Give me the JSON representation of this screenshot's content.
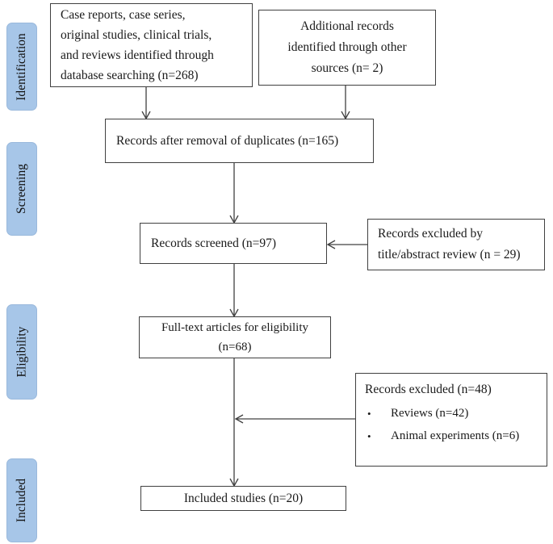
{
  "stages": [
    {
      "label": "Identification"
    },
    {
      "label": "Screening"
    },
    {
      "label": "Eligibility"
    },
    {
      "label": "Included"
    }
  ],
  "boxes": {
    "database": "Case reports, case series,\noriginal studies, clinical trials,\nand reviews identified through\ndatabase searching (n=268)",
    "other_sources": "Additional records\nidentified through other\nsources (n= 2)",
    "duplicates": "Records after removal of duplicates (n=165)",
    "screened": "Records screened (n=97)",
    "title_abstract_excluded": "Records excluded by\ntitle/abstract review (n = 29)",
    "fulltext": "Full-text articles for eligibility\n(n=68)",
    "excluded": {
      "title": "Records excluded (n=48)",
      "items": [
        {
          "bullet": "•",
          "text": "Reviews (n=42)"
        },
        {
          "bullet": "•",
          "text": "Animal experiments (n=6)"
        }
      ]
    },
    "included": "Included studies (n=20)"
  },
  "colors": {
    "stage_fill": "#a7c6e8",
    "box_border": "#404040",
    "arrow": "#404040",
    "text": "#1a1a1a"
  }
}
